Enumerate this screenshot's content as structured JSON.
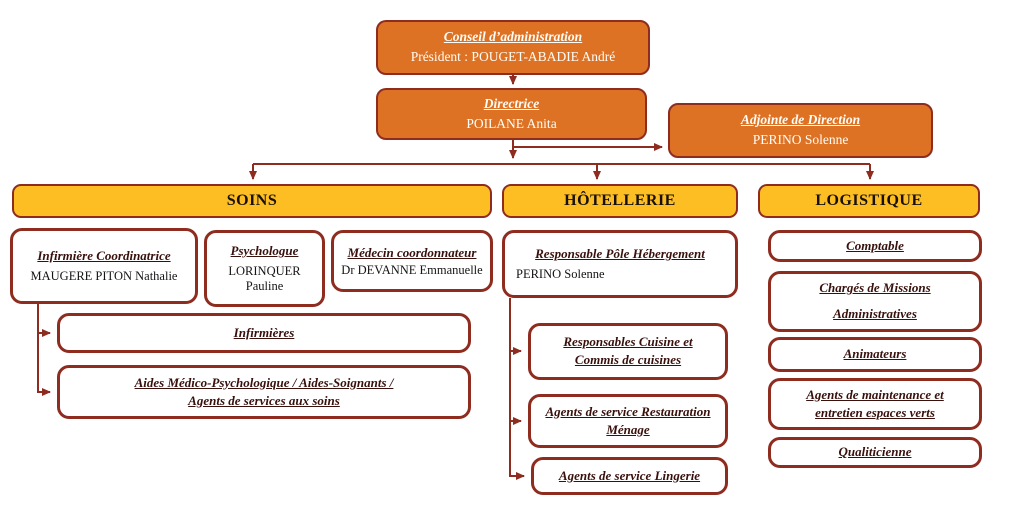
{
  "palette": {
    "orange": "#DD7124",
    "yellow": "#FDBE23",
    "line": "#8E2C20",
    "title_text": "#38100C"
  },
  "top": {
    "conseil": {
      "title": "Conseil d’administration",
      "name": "Président : POUGET-ABADIE André"
    },
    "directrice": {
      "title": "Directrice",
      "name": "POILANE Anita"
    },
    "adjointe": {
      "title": "Adjointe de Direction",
      "name": "PERINO Solenne"
    }
  },
  "soins": {
    "header": "SOINS",
    "infirmiere_coordinatrice": {
      "title": "Infirmière Coordinatrice",
      "name": "MAUGERE PITON Nathalie"
    },
    "psychologue": {
      "title": "Psychologue",
      "name_line1": "LORINQUER",
      "name_line2": "Pauline"
    },
    "medecin": {
      "title": "Médecin coordonnateur",
      "name": "Dr DEVANNE Emmanuelle"
    },
    "infirmieres": {
      "title": "Infirmières"
    },
    "aides": {
      "line1": "Aides Médico-Psychologique / Aides-Soignants /",
      "line2": "Agents de services aux soins"
    }
  },
  "hotellerie": {
    "header": "HÔTELLERIE",
    "responsable": {
      "title": "Responsable Pôle Hébergement",
      "name": "PERINO Solenne"
    },
    "cuisine": {
      "line1": "Responsables Cuisine et",
      "line2": "Commis de cuisines"
    },
    "restauration": {
      "line1": "Agents de service Restauration",
      "line2": "Ménage"
    },
    "lingerie": {
      "title": "Agents de service Lingerie"
    }
  },
  "logistique": {
    "header": "LOGISTIQUE",
    "comptable": {
      "title": "Comptable"
    },
    "charges": {
      "line1": "Chargés de Missions",
      "line2": "Administratives"
    },
    "animateurs": {
      "title": "Animateurs"
    },
    "maintenance": {
      "line1": "Agents de maintenance et",
      "line2": "entretien espaces verts"
    },
    "qualiticienne": {
      "title": "Qualiticienne"
    }
  }
}
